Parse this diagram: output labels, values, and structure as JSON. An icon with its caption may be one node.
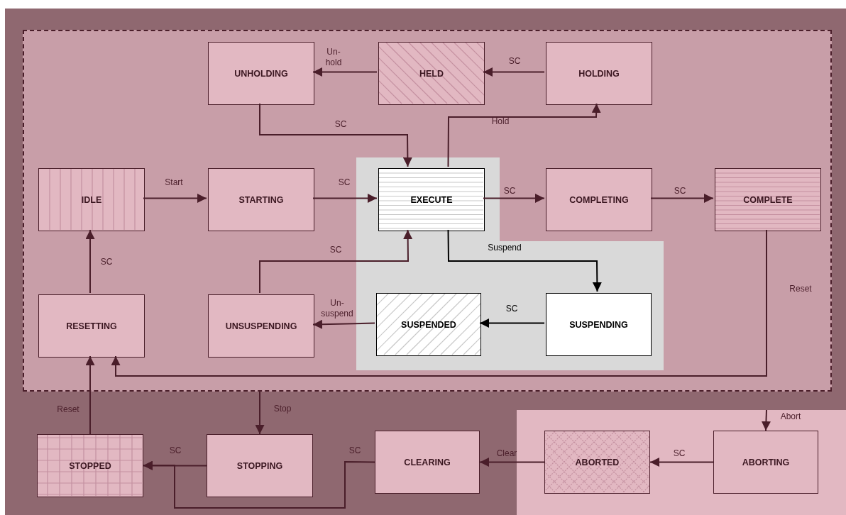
{
  "diagram": {
    "nodes": [
      {
        "text": [],
        "shape": "box"
      },
      {
        "text": [
          "UNHOLDING"
        ],
        "in": 0
      },
      {
        "text": [
          "HELD"
        ],
        "in": 0
      },
      {
        "text": [
          "HOLDING"
        ],
        "in": 0
      },
      {
        "text": [
          "IDLE"
        ],
        "in": 0
      },
      {
        "text": [
          "STARTING"
        ],
        "in": 0
      },
      {
        "text": [
          "EXECUTE"
        ],
        "in": 0
      },
      {
        "text": [
          "COMPLETING"
        ],
        "in": 0
      },
      {
        "text": [
          "COMPLETE"
        ],
        "in": 0
      },
      {
        "text": [
          "RESETTING"
        ],
        "in": 0
      },
      {
        "text": [
          "UNSUSPENDING"
        ],
        "in": 0
      },
      {
        "text": [
          "SUSPENDED"
        ],
        "in": 0
      },
      {
        "text": [
          "SUSPENDING"
        ],
        "in": 0
      },
      {
        "text": [
          "STOPPED"
        ]
      },
      {
        "text": [
          "STOPPING"
        ]
      },
      {
        "text": [
          "CLEARING"
        ]
      },
      {
        "text": [
          "ABORTED"
        ]
      },
      {
        "text": [
          "ABORTING"
        ]
      }
    ],
    "edges": [
      {
        "from": 2,
        "to": 1,
        "arrow": "to",
        "label": "Un- hold"
      },
      {
        "from": 3,
        "to": 2,
        "arrow": "to",
        "label": "SC"
      },
      {
        "from": 1,
        "to": 6,
        "arrow": "to",
        "label": "SC"
      },
      {
        "from": 6,
        "to": 3,
        "arrow": "to",
        "label": "Hold"
      },
      {
        "from": 4,
        "to": 5,
        "arrow": "to",
        "label": "Start"
      },
      {
        "from": 5,
        "to": 6,
        "arrow": "to",
        "label": "SC"
      },
      {
        "from": 6,
        "to": 7,
        "arrow": "to",
        "label": "SC"
      },
      {
        "from": 7,
        "to": 8,
        "arrow": "to",
        "label": "SC"
      },
      {
        "from": 8,
        "to": 9,
        "arrow": "to",
        "label": "Reset"
      },
      {
        "from": 9,
        "to": 4,
        "arrow": "to",
        "label": "SC"
      },
      {
        "from": 10,
        "to": 6,
        "arrow": "to",
        "label": "SC"
      },
      {
        "from": 6,
        "to": 12,
        "arrow": "to",
        "label": "Suspend",
        "color": "#000000"
      },
      {
        "from": 11,
        "to": 10,
        "arrow": "to",
        "label": "Un- suspend"
      },
      {
        "from": 12,
        "to": 11,
        "arrow": "to",
        "label": "SC",
        "color": "#000000"
      },
      {
        "from": 13,
        "to": 9,
        "arrow": "to",
        "label": "Reset"
      },
      {
        "from": 0,
        "to": 14,
        "arrow": "to",
        "label": "Stop"
      },
      {
        "from": 14,
        "to": 13,
        "arrow": "to",
        "label": "SC"
      },
      {
        "from": 15,
        "to": 13,
        "arrow": "to",
        "label": "SC"
      },
      {
        "from": 16,
        "to": 15,
        "arrow": "to",
        "label": "Clear"
      },
      {
        "from": 17,
        "to": 16,
        "arrow": "to",
        "label": "SC"
      },
      {
        "from": null,
        "to": 17,
        "arrow": "to",
        "label": "Abort"
      }
    ]
  }
}
